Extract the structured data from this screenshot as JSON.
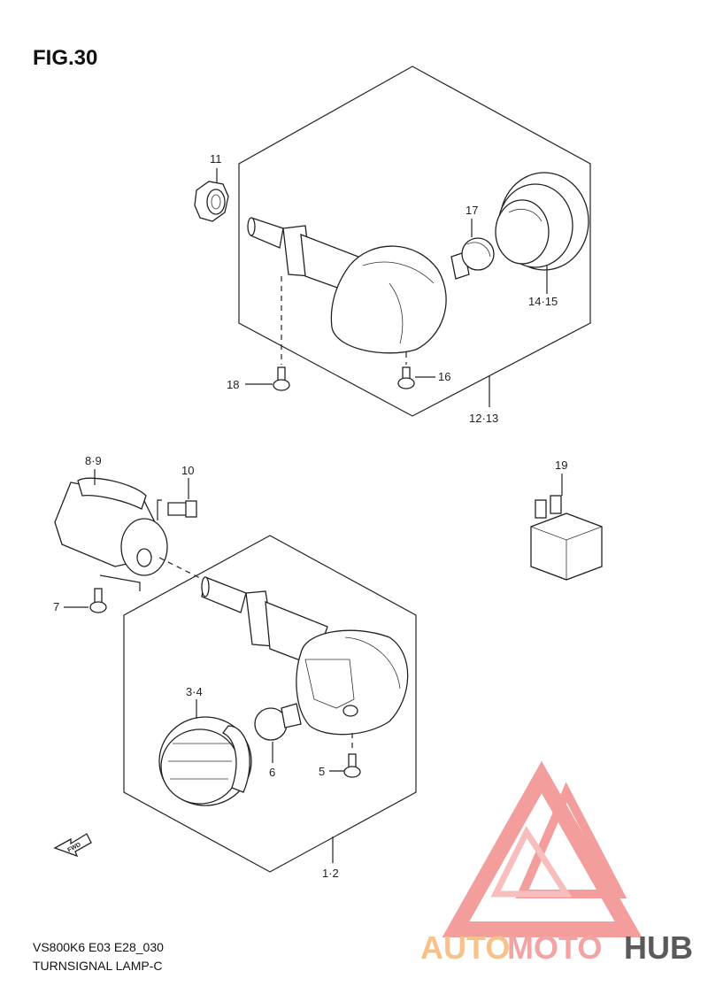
{
  "figure": {
    "title": "FIG.30",
    "model_code": "VS800K6 E03 E28_030",
    "caption": "TURNSIGNAL LAMP-C",
    "fwd_label": "FWD"
  },
  "callouts": {
    "c11": "11",
    "c17": "17",
    "c14_15": "14·15",
    "c18": "18",
    "c16": "16",
    "c12_13": "12·13",
    "c8_9": "8·9",
    "c10": "10",
    "c19": "19",
    "c7": "7",
    "c3_4": "3·4",
    "c6": "6",
    "c5": "5",
    "c1_2": "1·2"
  },
  "watermark": {
    "part1": "AUTO",
    "part2": "MOTO",
    "part3": "HUB",
    "colors": {
      "auto": "#f6c28a",
      "moto": "#f2a3a3",
      "hub": "#5a5a5a",
      "logo": "#f28c8c"
    }
  }
}
